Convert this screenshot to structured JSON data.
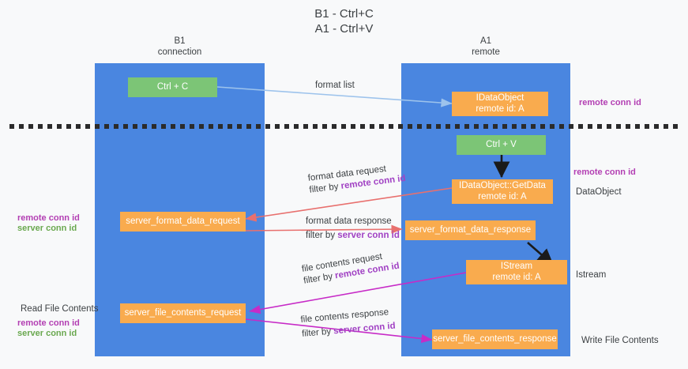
{
  "title": "B1 - Ctrl+C\nA1 - Ctrl+V",
  "columns": [
    {
      "id": "b1",
      "title": "B1\nconnection"
    },
    {
      "id": "a1",
      "title": "A1\nremote"
    }
  ],
  "nodes": {
    "ctrl_c": "Ctrl + C",
    "idataobject_remote": "IDataObject\nremote id: A",
    "ctrl_v": "Ctrl + V",
    "idataobject_getdata": "IDataObject::GetData\nremote id: A",
    "server_format_data_request": "server_format_data_request",
    "server_format_data_response": "server_format_data_response",
    "istream_remote": "IStream\nremote id: A",
    "server_file_contents_request": "server_file_contents_request",
    "server_file_contents_response": "server_file_contents_response"
  },
  "edge_labels": {
    "format_list": "format list",
    "format_data_request": "format data request",
    "format_data_request_filter_prefix": "filter by ",
    "format_data_request_filter_key": "remote conn id",
    "format_data_response": "format data response",
    "format_data_response_filter_prefix": "filter by ",
    "format_data_response_filter_key": "server conn id",
    "file_contents_request": "file contents request",
    "file_contents_request_filter_prefix": "filter by ",
    "file_contents_request_filter_key": "remote conn id",
    "file_contents_response": "file contents response",
    "file_contents_response_filter_prefix": "filter by ",
    "file_contents_response_filter_key": "server conn id"
  },
  "annotations": {
    "right_remote_conn_id_top": "remote conn id",
    "right_remote_conn_id_mid": "remote conn id",
    "right_dataobject": "DataObject",
    "right_istream": "Istream",
    "right_write_file_contents": "Write File Contents",
    "left_remote_conn_id": "remote conn id",
    "left_server_conn_id": "server conn id",
    "left_read_file_contents": "Read File Contents",
    "left_remote_conn_id_2": "remote conn id",
    "left_server_conn_id_2": "server conn id"
  },
  "colors": {
    "lane": "#4a86e0",
    "green_node": "#7cc576",
    "orange_node": "#f9ab4e",
    "light_blue_arrow": "#9dc3ec",
    "red_arrow": "#e8706e",
    "magenta_arrow": "#c72bc7",
    "black_arrow": "#1a1a1a",
    "purple_text": "#b33fb3",
    "green_text": "#6aa84f",
    "background": "#f8f9fa"
  }
}
